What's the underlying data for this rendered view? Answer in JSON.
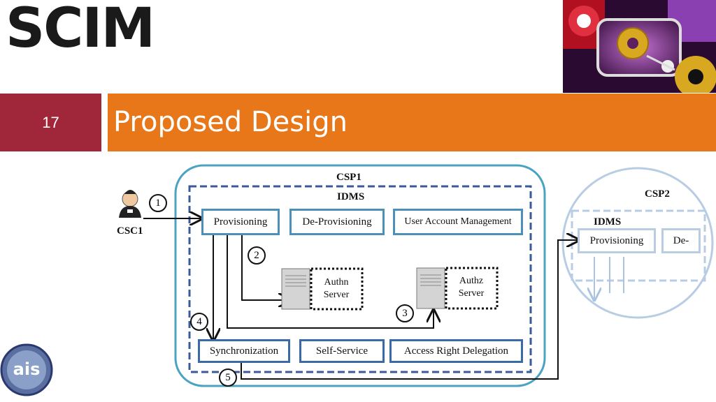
{
  "header": {
    "logo_text": "SCIM",
    "slide_number": "17",
    "title": "Proposed Design"
  },
  "diagram": {
    "csp1_label": "CSP1",
    "idms1_label": "IDMS",
    "csp2_label": "CSP2",
    "idms2_label": "IDMS",
    "csc1_label": "CSC1",
    "boxes": {
      "provisioning": "Provisioning",
      "de_provisioning": "De-Provisioning",
      "user_account_management": "User Account Management",
      "synchronization": "Synchronization",
      "self_service": "Self-Service",
      "access_right_delegation": "Access Right Delegation",
      "csp2_provisioning": "Provisioning",
      "csp2_de": "De-"
    },
    "servers": {
      "authn": [
        "Authn",
        "Server"
      ],
      "authz": [
        "Authz",
        "Server"
      ]
    },
    "step_numbers": [
      "1",
      "2",
      "3",
      "4",
      "5"
    ]
  },
  "footer": {
    "ais_logo_text": "ais"
  },
  "colors": {
    "slide_number_bg": "#a0273a",
    "title_bar_bg": "#e8771a",
    "csp_border": "#4aa3c0",
    "idms_border": "#3a5a9a"
  }
}
